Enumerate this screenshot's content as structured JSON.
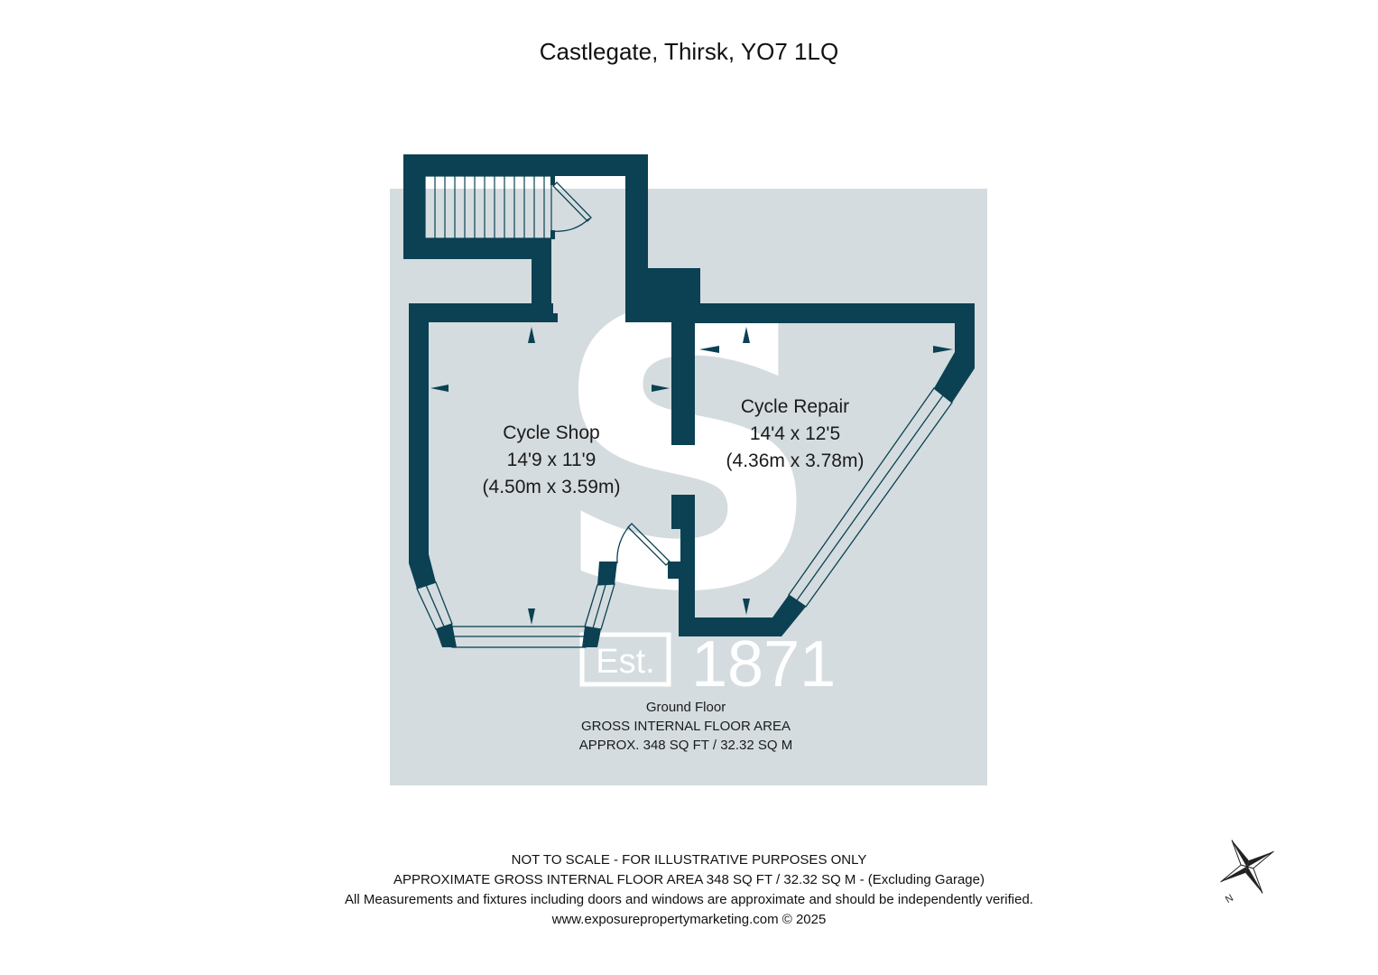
{
  "title": "Castlegate, Thirsk, YO7 1LQ",
  "rooms": [
    {
      "name": "Cycle Shop",
      "imperial": "14'9 x 11'9",
      "metric": "(4.50m x 3.59m)"
    },
    {
      "name": "Cycle Repair",
      "imperial": "14'4 x 12'5",
      "metric": "(4.36m x 3.78m)"
    }
  ],
  "floor": {
    "name": "Ground Floor",
    "area_heading": "GROSS INTERNAL FLOOR AREA",
    "area": "APPROX. 348 SQ FT / 32.32 SQ M"
  },
  "watermark": {
    "letter": "S",
    "est": "Est.",
    "year": "1871"
  },
  "compass": {
    "label": "N"
  },
  "footer": {
    "line1": "NOT TO SCALE - FOR ILLUSTRATIVE PURPOSES ONLY",
    "line2": "APPROXIMATE GROSS INTERNAL FLOOR AREA 348 SQ FT / 32.32 SQ M - (Excluding Garage)",
    "line3": "All Measurements and fixtures including doors and windows are approximate and should be independently verified.",
    "line4": "www.exposurepropertymarketing.com © 2025"
  },
  "colors": {
    "wall": "#0b4152",
    "background": "#d4dcdf",
    "watermark": "#ffffff"
  }
}
